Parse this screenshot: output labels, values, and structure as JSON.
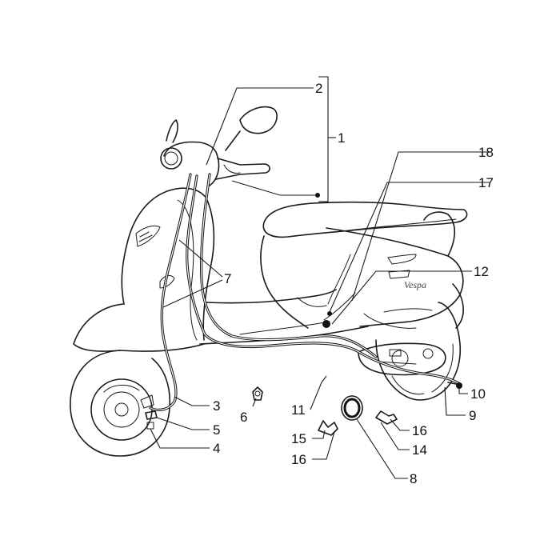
{
  "diagram": {
    "callouts": [
      {
        "id": "c2",
        "label": "2"
      },
      {
        "id": "c1",
        "label": "1"
      },
      {
        "id": "c18",
        "label": "18"
      },
      {
        "id": "c17",
        "label": "17"
      },
      {
        "id": "c12",
        "label": "12"
      },
      {
        "id": "c7",
        "label": "7"
      },
      {
        "id": "c3",
        "label": "3"
      },
      {
        "id": "c6",
        "label": "6"
      },
      {
        "id": "c5",
        "label": "5"
      },
      {
        "id": "c4",
        "label": "4"
      },
      {
        "id": "c11",
        "label": "11"
      },
      {
        "id": "c10",
        "label": "10"
      },
      {
        "id": "c9",
        "label": "9"
      },
      {
        "id": "c16a",
        "label": "16"
      },
      {
        "id": "c14",
        "label": "14"
      },
      {
        "id": "c15",
        "label": "15"
      },
      {
        "id": "c16b",
        "label": "16"
      },
      {
        "id": "c8",
        "label": "8"
      }
    ]
  }
}
